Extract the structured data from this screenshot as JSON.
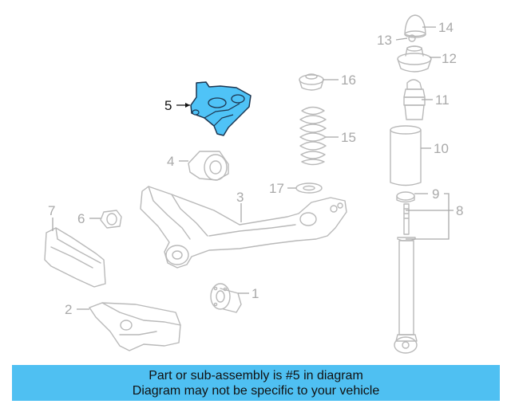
{
  "callouts": {
    "p1": "1",
    "p2": "2",
    "p3": "3",
    "p4": "4",
    "p5": "5",
    "p6": "6",
    "p7": "7",
    "p8": "8",
    "p9": "9",
    "p10": "10",
    "p11": "11",
    "p12": "12",
    "p13": "13",
    "p14": "14",
    "p15": "15",
    "p16": "16",
    "p17": "17"
  },
  "highlight": {
    "part_number": "5",
    "color": "#4fc3f7"
  },
  "banner": {
    "line1": "Part or sub-assembly is #5 in diagram",
    "line2": "Diagram may not be specific to your vehicle",
    "color": "#4fc0f2"
  }
}
